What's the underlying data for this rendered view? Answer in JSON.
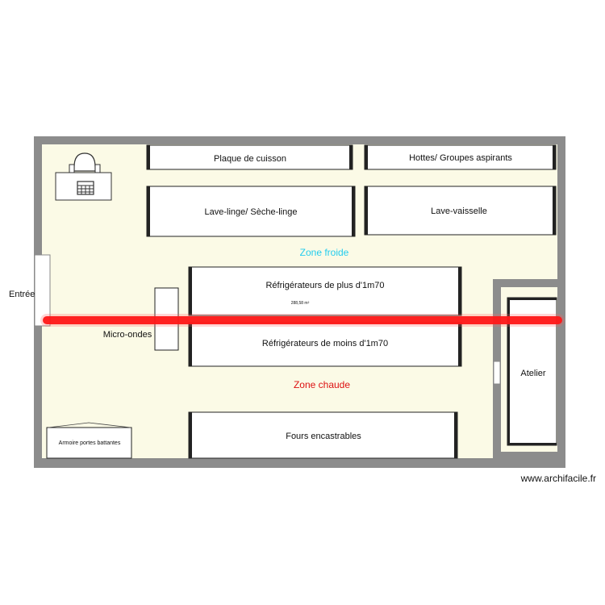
{
  "plan": {
    "colors": {
      "wall": "#8c8c8c",
      "floor": "#fbfae6",
      "cold_zone": "#22ccee",
      "hot_zone": "#dd1111",
      "divider": "#ff0000"
    },
    "entrance_label": "Entrée",
    "zones": {
      "cold": "Zone froide",
      "hot": "Zone chaude"
    },
    "area_label": "288,58 m²",
    "rooms": {
      "workshop": "Atelier"
    },
    "furniture": {
      "cooktop": "Plaque de cuisson",
      "hoods": "Hottes/ Groupes aspirants",
      "washer_dryer": "Lave-linge/ Sèche-linge",
      "dishwasher": "Lave-vaisselle",
      "fridges_tall": "Réfrigérateurs de plus d'1m70",
      "fridges_short": "Réfrigérateurs de moins d'1m70",
      "microwave": "Micro-ondes",
      "ovens": "Fours encastrables",
      "wardrobe": "Armoire portes battantes"
    },
    "icons": {
      "desk_chair": "office-chair-icon",
      "computer": "computer-icon"
    },
    "watermark": "www.archifacile.fr"
  }
}
